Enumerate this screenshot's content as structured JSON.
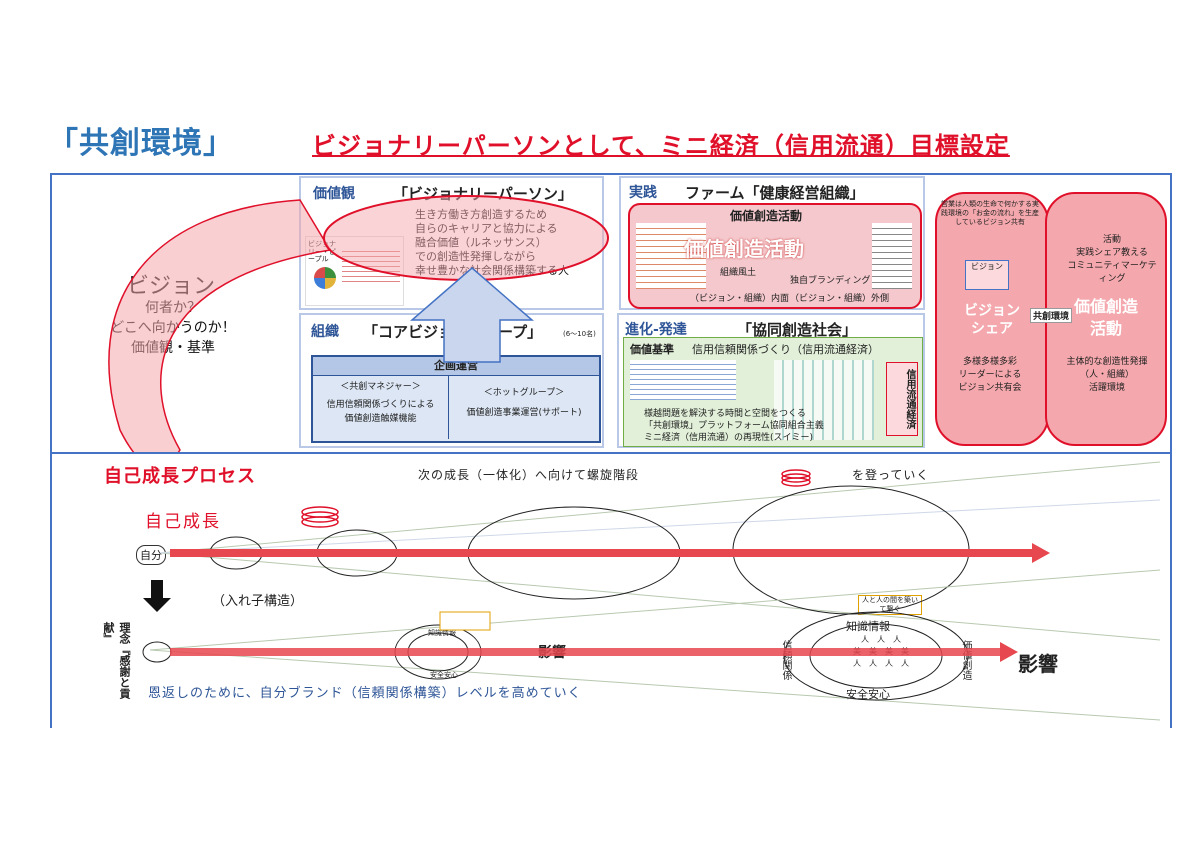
{
  "header": {
    "title": "「共創環境」",
    "subtitle": "ビジョナリーパーソンとして、ミニ経済（信用流通）目標設定"
  },
  "left": {
    "vision": "ビジョン",
    "lines": [
      "何者か？",
      "どこへ向かうのか！",
      "価値観・基準"
    ]
  },
  "values_panel": {
    "label": "価値観",
    "title": "「ビジョナリーパーソン」",
    "lines": [
      "生き方働き方創造するため",
      "自らのキャリアと協力による",
      "融合価値（ルネッサンス）",
      "での創造性発揮しながら",
      "幸せ豊かな社会関係構築する人"
    ],
    "thumb_caption": "ビジョナリー・ピープル"
  },
  "practice_panel": {
    "label": "実践",
    "title": "ファーム「健康経営組織」",
    "subtitle": "価値創造活動",
    "overlay": "価値創造活動",
    "inner1": "組織風土",
    "inner2": "独自ブランディング",
    "foot_left": "（ビジョン・組織）内面",
    "foot_right": "（ビジョン・組織）外側"
  },
  "share_panel": {
    "top_note": "営業は人類の生命で何かする実践環境の「お金の流れ」を生産しているビジョン共有",
    "vision_box": "ビジョン",
    "share": [
      "ビジョン",
      "シェア"
    ],
    "center": "共創環境",
    "right_top": [
      "活動",
      "実践シェア教える",
      "コミュニティマーケティング"
    ],
    "right_big": [
      "価値創造",
      "活動"
    ],
    "left_bottom": [
      "多様多様多彩",
      "リーダーによる",
      "ビジョン共有会"
    ],
    "right_bottom": [
      "主体的な創造性発揮",
      "（人・組織）",
      "活躍環境"
    ]
  },
  "org_panel": {
    "label": "組織",
    "title": "「コアビジョングループ」",
    "note": "(6〜10名)",
    "box_title": "企画運営",
    "left_head": "＜共創マネジャー＞",
    "left_body": [
      "信用信頼関係づくりによる",
      "価値創造触媒機能"
    ],
    "right_head": "＜ホットグループ＞",
    "right_body": "価値創造事業運営(サポート)"
  },
  "evolution_panel": {
    "label": "進化-発達",
    "title": "「協同創造社会」",
    "std_label": "価値基準",
    "std_text": "信用信頼関係づくり（信用流通経済）",
    "side_label": "信用流通経済",
    "lines": [
      "様越問題を解決する時間と空間をつくる",
      "「共創環境」プラットフォーム協同組合主義",
      "ミニ経済（信用流通）の再現性(スイミー)"
    ]
  },
  "growth": {
    "title": "自己成長プロセス",
    "caption": "次の成長（一体化）へ向けて螺旋階段",
    "caption_end": "を登っていく",
    "sub": "自己成長",
    "self": "自分",
    "nest": "（入れ子構造）",
    "philosophy": "理念『感謝と貢献』",
    "influence_small": "影響",
    "influence_big": "影響",
    "bottom": "恩返しのために、自分ブランド（信頼関係構築）レベルを高めていく",
    "wisdom": "知識情報",
    "safety": "安全安心",
    "trust": "信頼関係",
    "value_creation": "価値創造",
    "people": "人",
    "beauty": "美",
    "callout": "人と人の間を築いて繋ぐ"
  },
  "colors": {
    "accent_red": "#e0102a",
    "brand_blue": "#2e75b6",
    "arrow_red": "#e7484f"
  }
}
